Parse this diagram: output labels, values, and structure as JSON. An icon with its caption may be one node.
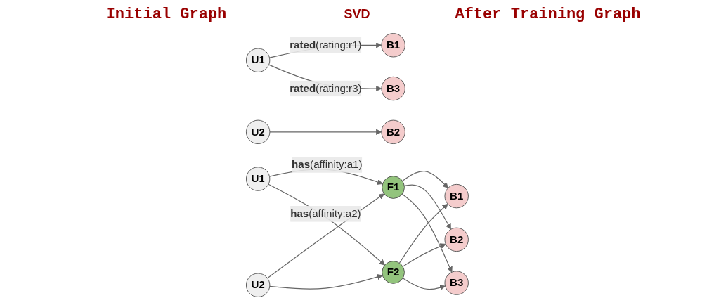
{
  "diagram": {
    "nodes": [
      {
        "text": [
          "U1"
        ]
      },
      {
        "text": [
          "B1"
        ]
      },
      {
        "text": [
          "B2"
        ]
      },
      {
        "text": [
          "B3"
        ]
      },
      {
        "text": [
          "U2"
        ]
      },
      {
        "text": [
          "B1"
        ]
      },
      {
        "text": [
          "B2"
        ]
      },
      {
        "text": [
          "B3"
        ]
      },
      {
        "text": [
          "F1"
        ]
      },
      {
        "text": [
          "F2"
        ]
      },
      {
        "text": [
          "U1"
        ]
      },
      {
        "text": [
          "U2"
        ]
      }
    ],
    "edges": [
      {
        "from": 0,
        "to": 1,
        "arrow": "to",
        "label": "**rated**(rating:r1)"
      },
      {
        "from": 0,
        "to": 3,
        "arrow": "to",
        "label": "**rated**(rating:r3)"
      },
      {
        "from": 4,
        "to": 2,
        "arrow": "to"
      },
      {
        "from": 8,
        "to": 5,
        "arrow": "to"
      },
      {
        "from": 8,
        "to": 6,
        "arrow": "to"
      },
      {
        "from": 8,
        "to": 7,
        "arrow": "to"
      },
      {
        "from": 9,
        "to": 5,
        "arrow": "to"
      },
      {
        "from": 9,
        "to": 6,
        "arrow": "to"
      },
      {
        "from": 9,
        "to": 7,
        "arrow": "to"
      },
      {
        "from": 10,
        "to": 8,
        "arrow": "to",
        "label": "**has**(affinity:a1)"
      },
      {
        "from": 10,
        "to": 9,
        "arrow": "to",
        "label": "**has**(affinity:a2)"
      },
      {
        "from": 11,
        "to": 8,
        "arrow": "to"
      },
      {
        "from": 11,
        "to": 9,
        "arrow": "to"
      }
    ],
    "labels": [
      "Initial Graph",
      "After Training Graph",
      "SVD"
    ]
  }
}
